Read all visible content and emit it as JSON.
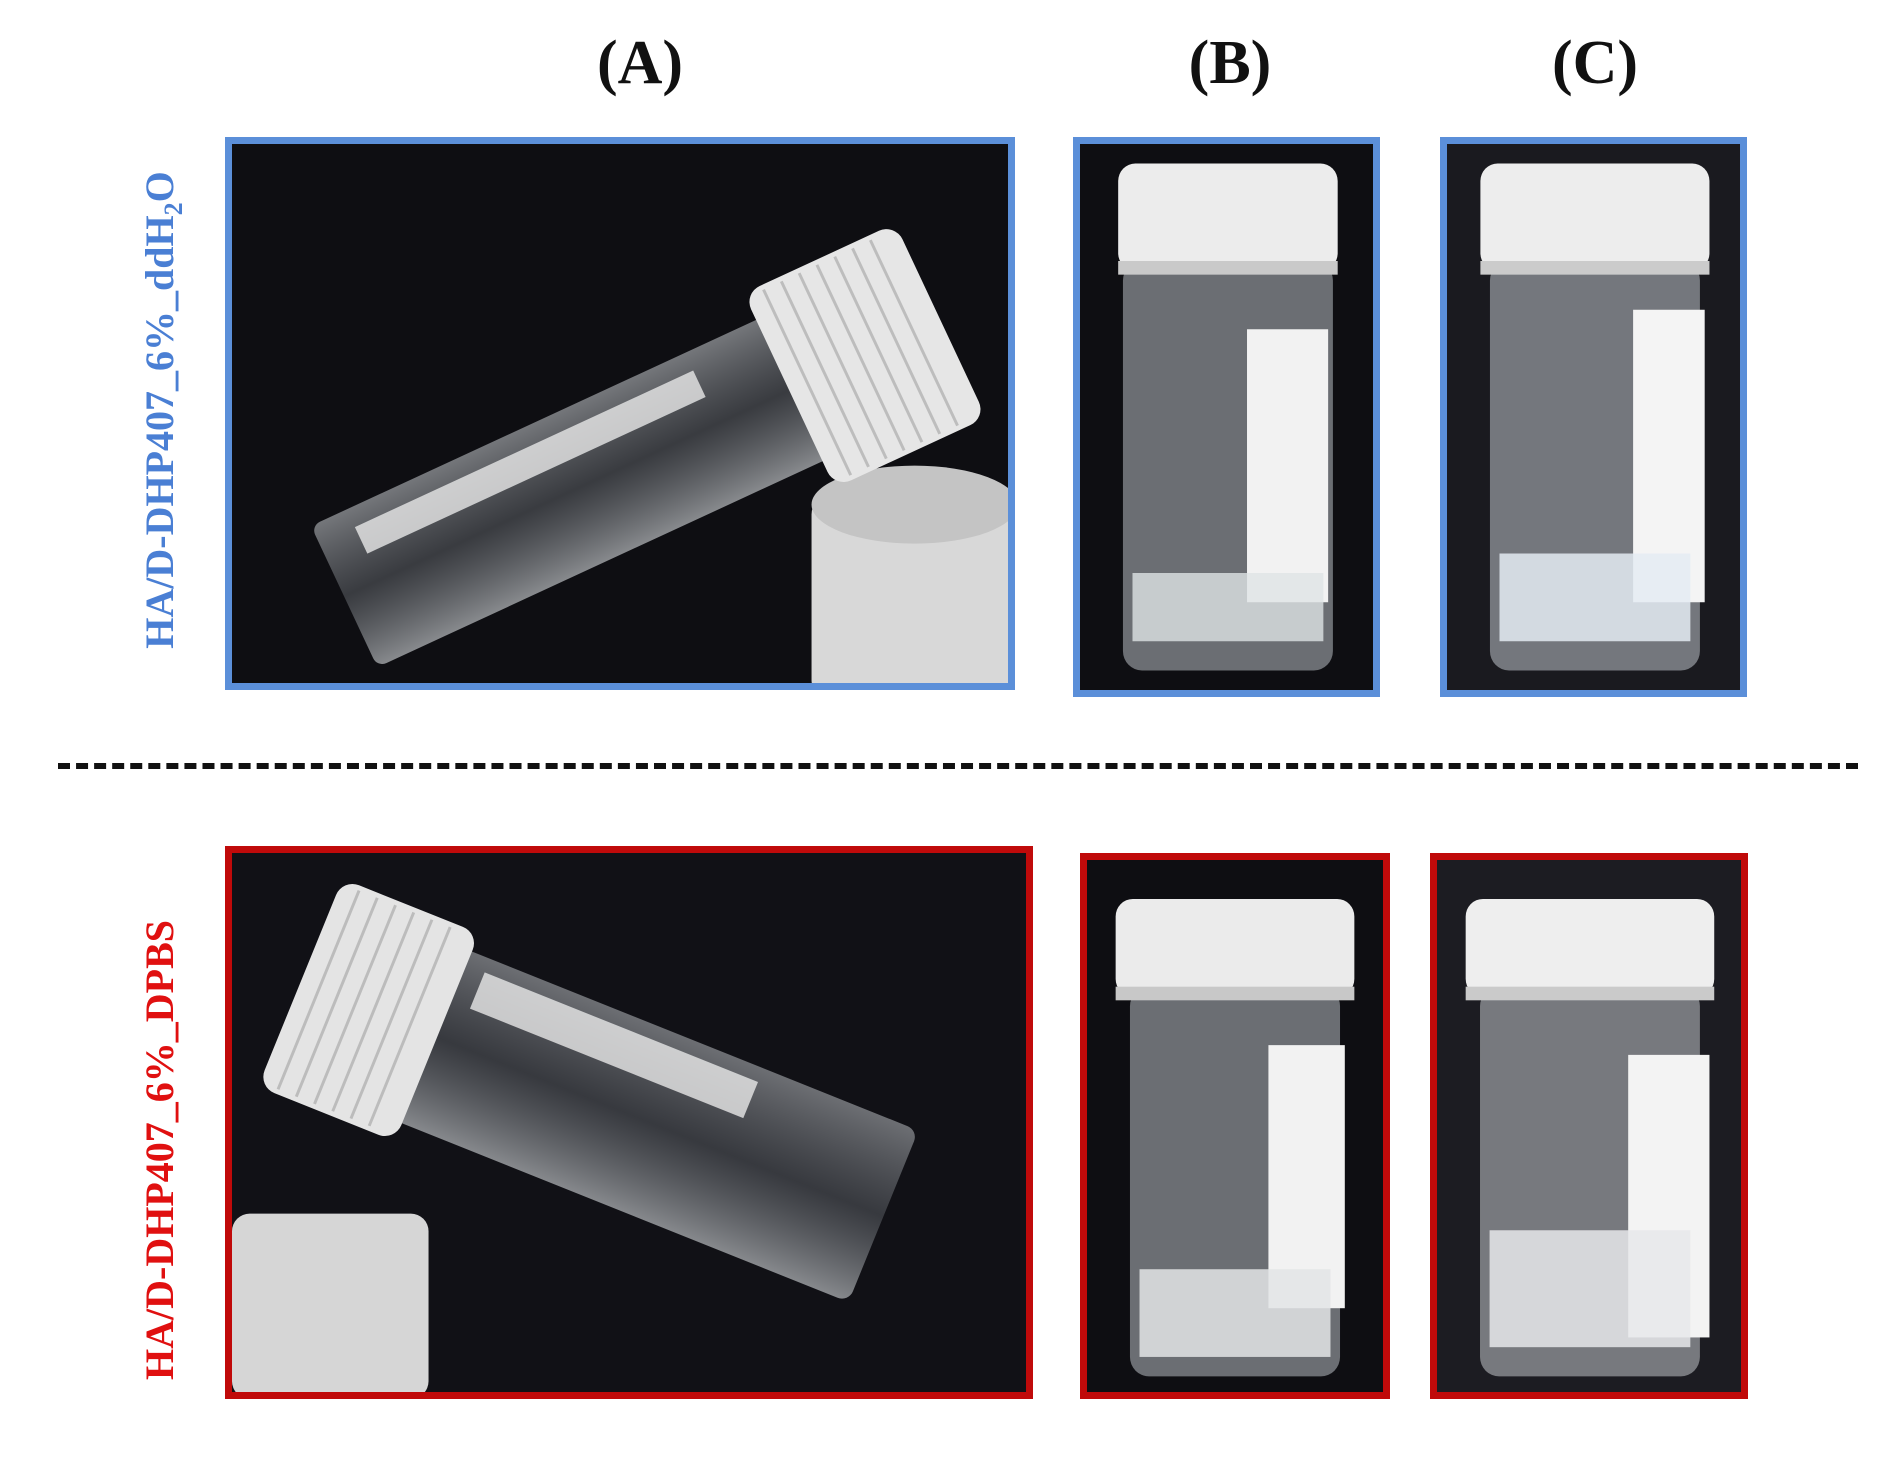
{
  "columns": {
    "a": "(A)",
    "b": "(B)",
    "c": "(C)"
  },
  "rows": {
    "top": {
      "label_main": "HA/D-DHP407_6%_ddH",
      "label_sub": "2",
      "label_tail": "O",
      "color": "#4a7fd4"
    },
    "bottom": {
      "label": "HA/D-DHP407_6%_DPBS",
      "color": "#e01010"
    }
  },
  "colors": {
    "blue_frame": "#5b8fd9",
    "red_frame": "#c00a0a",
    "photo_background": "#0e0e12"
  }
}
